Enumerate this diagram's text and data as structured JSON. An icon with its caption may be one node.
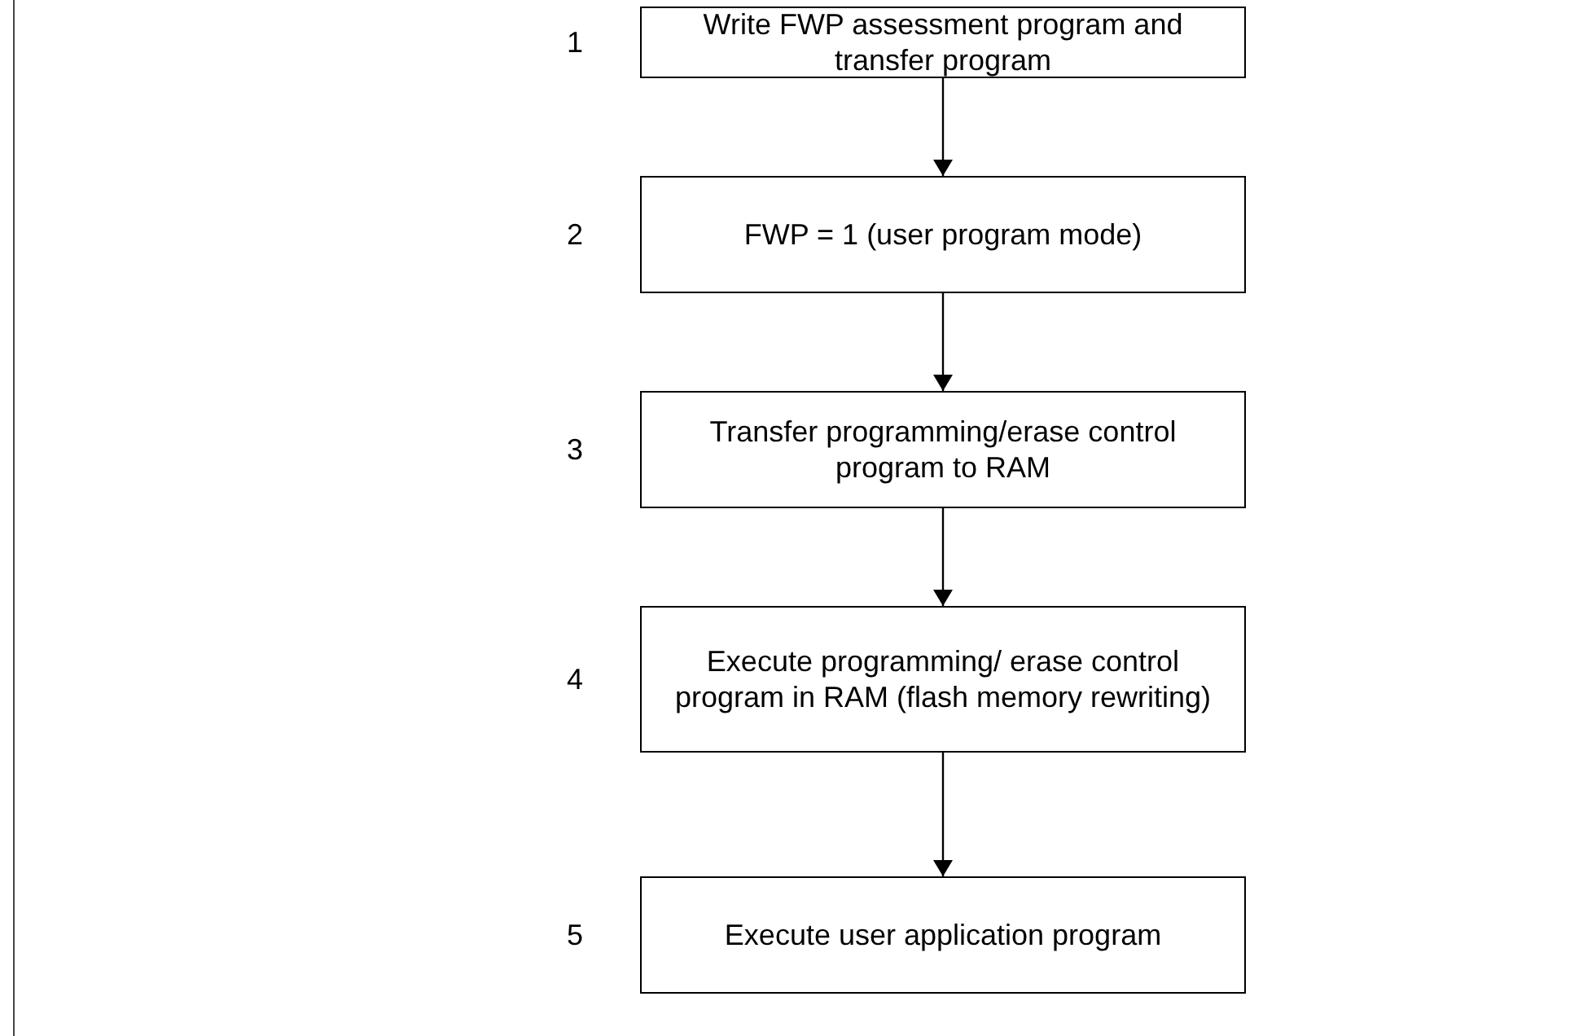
{
  "diagram": {
    "nodes": [
      {
        "text": [
          "Write FWP assessment program and transfer program"
        ],
        "beside": [
          "1"
        ]
      },
      {
        "text": [
          "FWP = 1 (user program mode)"
        ],
        "beside": [
          "2"
        ]
      },
      {
        "text": [
          "Transfer programming/erase control program to RAM"
        ],
        "beside": [
          "3"
        ]
      },
      {
        "text": [
          "Execute programming/ erase control program in RAM (flash memory rewriting)"
        ],
        "beside": [
          "4"
        ]
      },
      {
        "text": [
          "Execute user application program"
        ],
        "beside": [
          "5"
        ]
      }
    ],
    "edges": [
      {
        "from": 0,
        "to": 1,
        "arrow": "to"
      },
      {
        "from": 1,
        "to": 2,
        "arrow": "to"
      },
      {
        "from": 2,
        "to": 3,
        "arrow": "to"
      },
      {
        "from": 3,
        "to": 4,
        "arrow": "to"
      }
    ]
  }
}
